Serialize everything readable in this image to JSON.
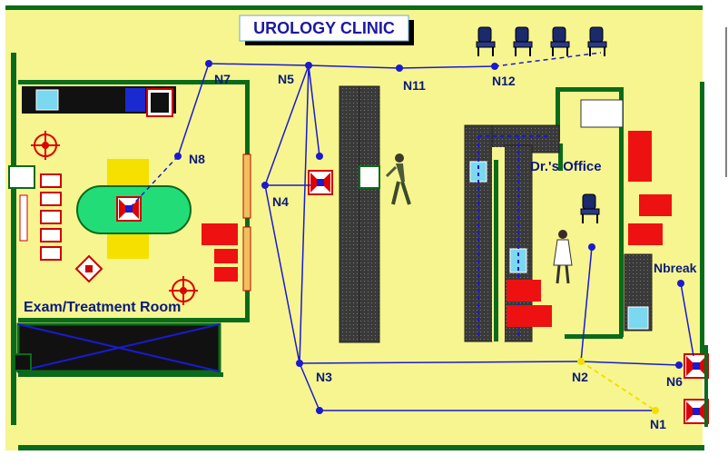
{
  "title": "UROLOGY CLINIC",
  "rooms": {
    "exam": "Exam/Treatment Room",
    "office": "Dr.'s Office"
  },
  "nodes": {
    "n1": "N1",
    "n2": "N2",
    "n3": "N3",
    "n4": "N4",
    "n5": "N5",
    "n6": "N6",
    "n7": "N7",
    "n8": "N8",
    "n11": "N11",
    "n12": "N12",
    "nbreak": "Nbreak"
  },
  "colors": {
    "floor": "#f7f58f",
    "wall": "#0a6b1a",
    "path": "#1a1ad0",
    "label": "#0a1a7a",
    "furniture": "#ee1111",
    "table": "#22dd77"
  }
}
